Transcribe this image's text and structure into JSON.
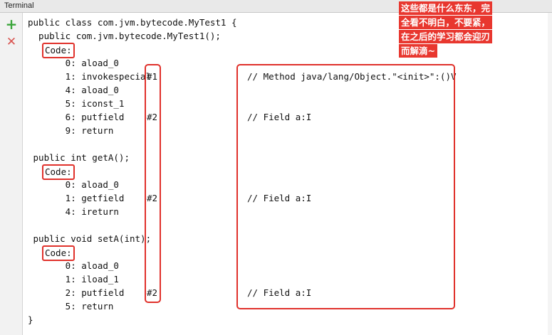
{
  "window": {
    "title": "Terminal"
  },
  "toolbar": {
    "add_icon": "+",
    "close_icon": "✕"
  },
  "lines": [
    "public class com.jvm.bytecode.MyTest1 {",
    "  public com.jvm.bytecode.MyTest1();",
    "",
    "       0: aload_0",
    "       1: invokespecial",
    "       4: aload_0",
    "       5: iconst_1",
    "       6: putfield",
    "       9: return",
    "",
    " public int getA();",
    "",
    "       0: aload_0",
    "       1: getfield",
    "       4: ireturn",
    "",
    " public void setA(int);",
    "",
    "       0: aload_0",
    "       1: iload_1",
    "       2: putfield",
    "       5: return",
    "}"
  ],
  "code_label": "Code:",
  "refs": [
    "#1",
    "#2",
    "#2",
    "#2"
  ],
  "comments": [
    "// Method java/lang/Object.\"<init>\":()V",
    "// Field a:I",
    "// Field a:I",
    "// Field a:I"
  ],
  "annotation": [
    "这些都是什么东东，完",
    "全看不明白，不要紧，",
    "在之后的学习都会迎刃",
    "而解滴~"
  ],
  "colors": {
    "annotation_bg": "#e8372f",
    "highlight_border": "#e0312b",
    "add_icon": "#3aa53a",
    "close_icon": "#d9534f"
  }
}
